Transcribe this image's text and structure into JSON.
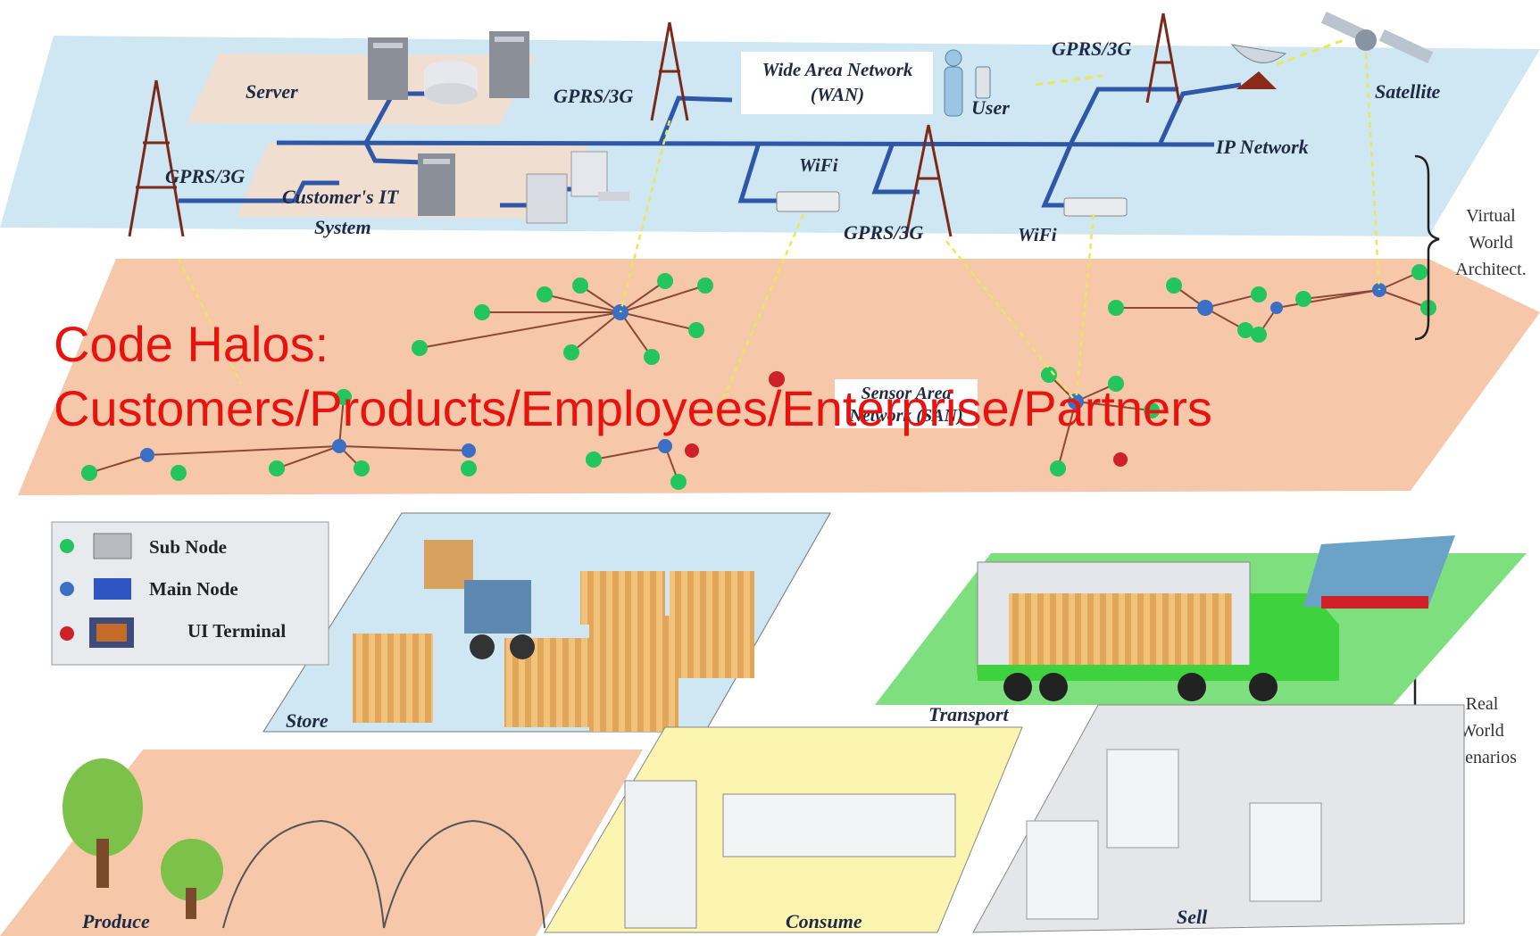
{
  "headline": {
    "line1": "Code Halos:",
    "line2": "Customers/Products/Employees/Enterprise/Partners",
    "color": "#e8130f"
  },
  "wan_layer": {
    "wan_title": [
      "Wide Area Network",
      "(WAN)"
    ],
    "server": "Server",
    "customer_it": [
      "Customer's IT",
      "System"
    ],
    "gprs_left": "GPRS/3G",
    "gprs_center": "GPRS/3G",
    "gprs_right": "GPRS/3G",
    "gprs_low": "GPRS/3G",
    "wifi_center": "WiFi",
    "wifi_right": "WiFi",
    "user": "User",
    "satellite": "Satellite",
    "ip_network": "IP Network",
    "color": "#cfe6f3"
  },
  "sensor_layer": {
    "title": [
      "Sensor Area",
      "Network (SAN)"
    ],
    "color": "#f6c7a8"
  },
  "braces": {
    "virtual": [
      "Virtual",
      "World",
      "Architect."
    ],
    "real": [
      "Real",
      "World",
      "Scenarios"
    ]
  },
  "legend": {
    "sub_node": "Sub Node",
    "main_node": "Main Node",
    "ui_terminal": "UI Terminal",
    "colors": {
      "sub": "#22c55e",
      "main": "#3b6fc4",
      "ui": "#d0202a"
    }
  },
  "scenarios": {
    "store": "Store",
    "transport": "Transport",
    "produce": "Produce",
    "consume": "Consume",
    "sell": "Sell"
  },
  "icons": [
    "cell-tower-icon",
    "server-icon",
    "router-icon",
    "satellite-icon",
    "dish-icon",
    "user-icon",
    "truck-icon",
    "forklift-icon",
    "tree-icon",
    "box-icon"
  ]
}
